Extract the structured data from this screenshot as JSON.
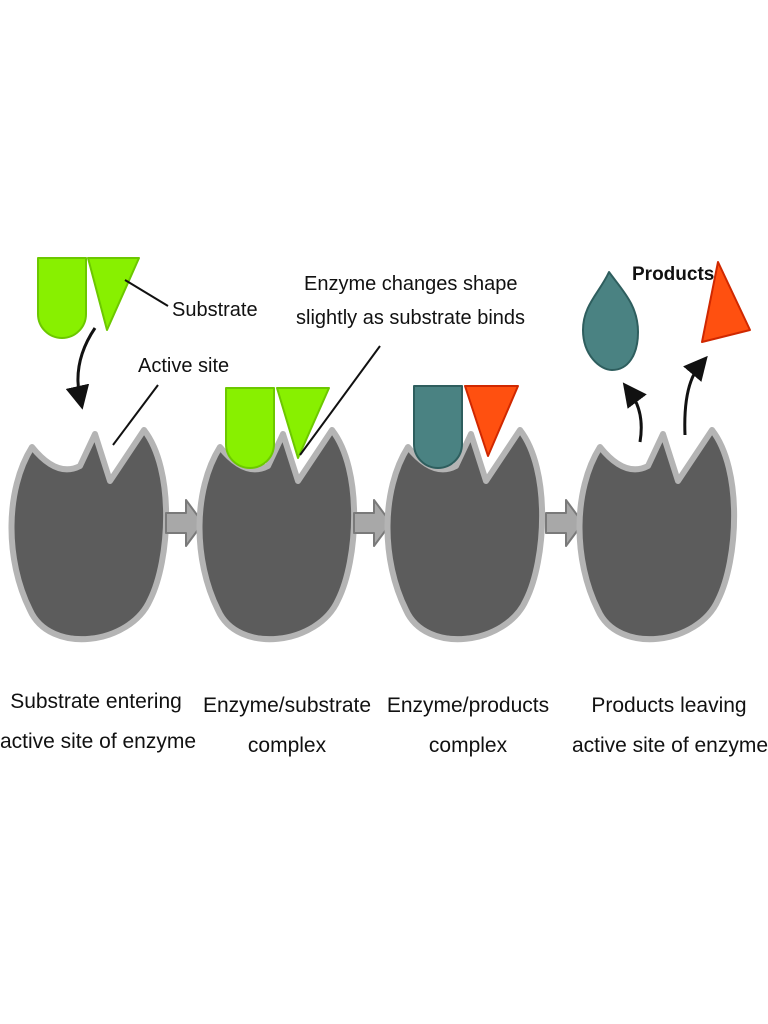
{
  "labels": {
    "substrate": "Substrate",
    "active_site": "Active site",
    "shape_change_line1": "Enzyme changes shape",
    "shape_change_line2": "slightly as substrate binds",
    "products": "Products"
  },
  "stages": [
    {
      "caption_line1": "Substrate entering",
      "caption_line2": "active site of enzyme"
    },
    {
      "caption_line1": "Enzyme/substrate",
      "caption_line2": "complex"
    },
    {
      "caption_line1": "Enzyme/products",
      "caption_line2": "complex"
    },
    {
      "caption_line1": "Products leaving",
      "caption_line2": "active site of enzyme"
    }
  ],
  "colors": {
    "enzyme": "#5c5c5c",
    "enzyme_outline": "#b4b4b4",
    "substrate": "#88f000",
    "product_teal": "#4a8282",
    "product_orange": "#ff5010",
    "step_arrow": "#a8a8a8"
  }
}
